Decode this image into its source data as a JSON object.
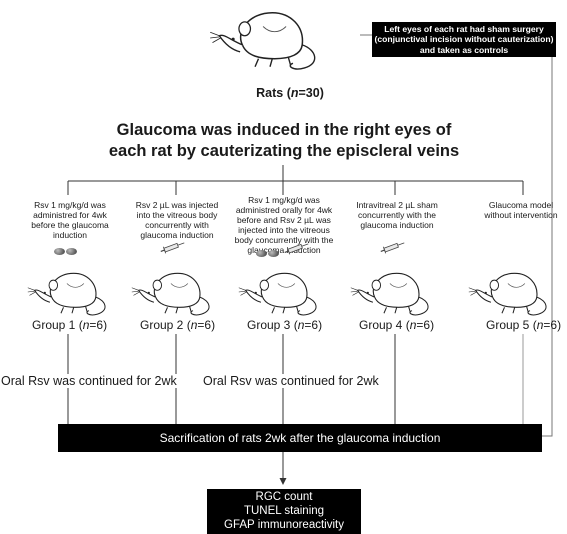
{
  "top": {
    "rats_prefix": "Rats (",
    "rats_n": "n",
    "rats_suffix": "=30)",
    "sham_box": "Left eyes of each rat had sham surgery (conjunctival incision without cauterization) and taken as controls",
    "induction": "Glaucoma was induced in the right eyes of each rat by cauterizating the episcleral veins"
  },
  "groups": [
    {
      "treatment": "Rsv 1 mg/kg/d was administred for 4wk before the glaucoma induction",
      "label_prefix": "Group 1 (",
      "n": "n",
      "label_suffix": "=6)",
      "icons": [
        "pill-icon"
      ]
    },
    {
      "treatment": "Rsv 2 µL was injected into the vitreous body concurrently with glaucoma induction",
      "label_prefix": "Group 2 (",
      "n": "n",
      "label_suffix": "=6)",
      "icons": [
        "syringe-icon"
      ]
    },
    {
      "treatment": "Rsv 1 mg/kg/d was administred orally for 4wk before and Rsv 2 µL was injected into the vitreous body concurrently with the glaucoma induction",
      "label_prefix": "Group 3 (",
      "n": "n",
      "label_suffix": "=6)",
      "icons": [
        "pill-icon",
        "syringe-icon"
      ]
    },
    {
      "treatment": "Intravitreal 2 µL sham concurrently with the glaucoma induction",
      "label_prefix": "Group 4 (",
      "n": "n",
      "label_suffix": "=6)",
      "icons": [
        "syringe-icon"
      ]
    },
    {
      "treatment": "Glaucoma model without intervention",
      "label_prefix": "Group 5 (",
      "n": "n",
      "label_suffix": "=6)",
      "icons": []
    }
  ],
  "oral_note": "Oral Rsv was continued for 2wk",
  "sacrifice": "Sacrification of rats 2wk after the glaucoma induction",
  "outcomes": [
    "RGC count",
    "TUNEL staining",
    "GFAP immunoreactivity"
  ]
}
